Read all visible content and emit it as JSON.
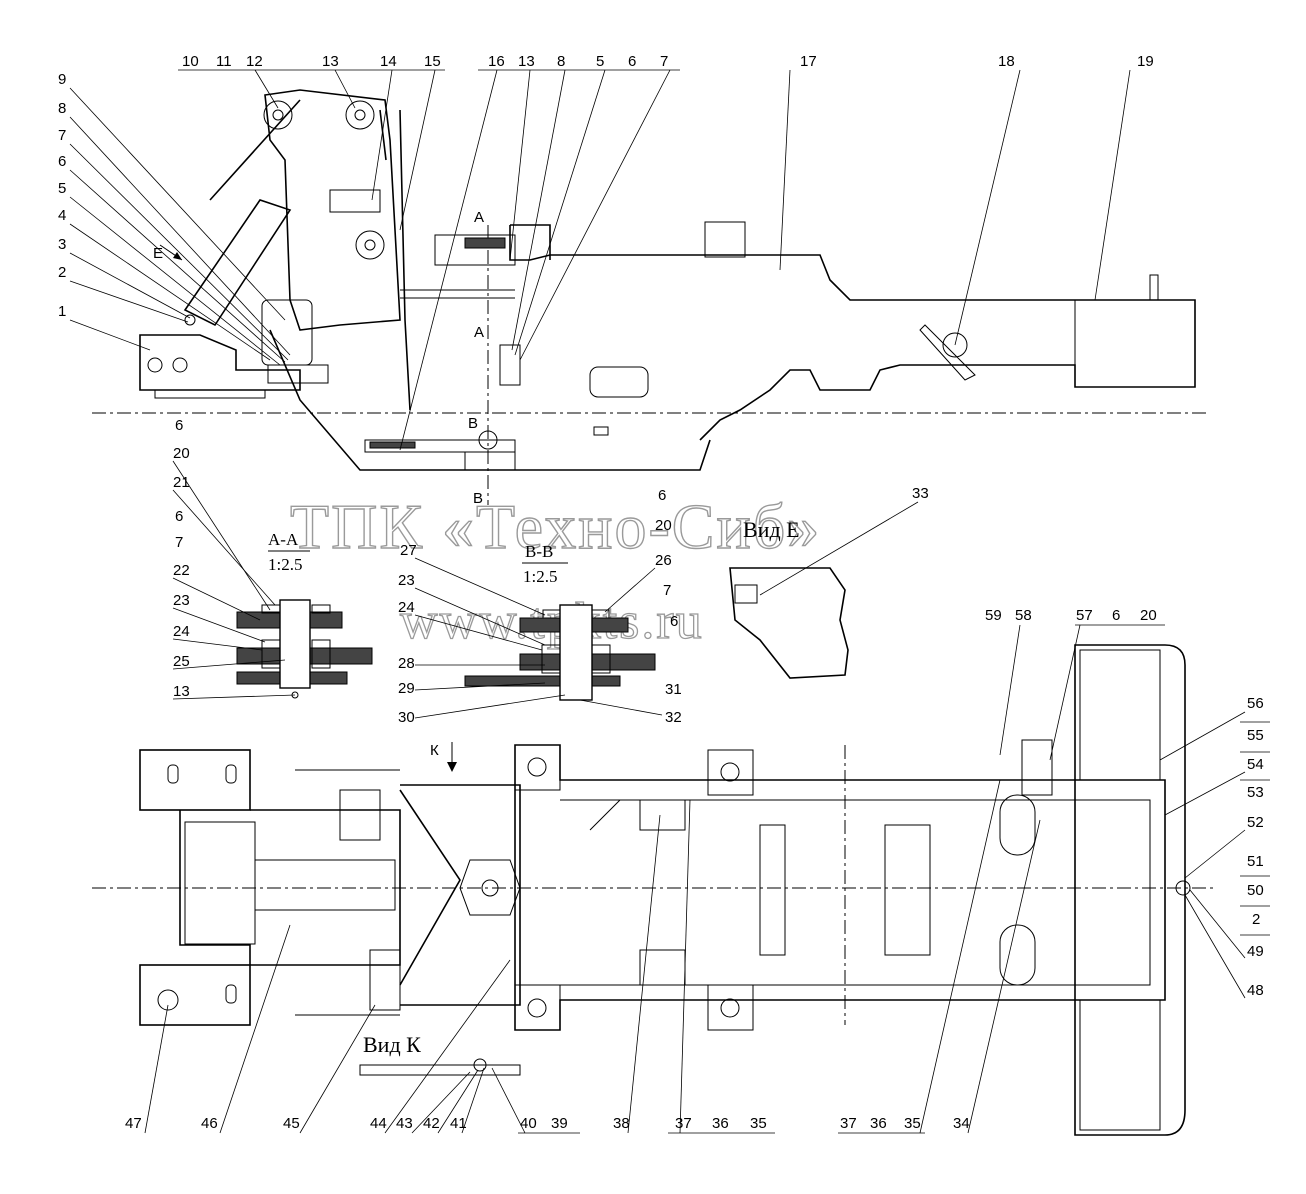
{
  "drawing": {
    "watermark_company": "ТПК «Техно-Сиб»",
    "watermark_url": "www.tpkts.ru",
    "section_a": {
      "title": "А-А",
      "scale": "1:2.5"
    },
    "section_b": {
      "title": "В-В",
      "scale": "1:2.5"
    },
    "view_e_label": "Вид Е",
    "view_k_label": "Вид К",
    "arrow_e": "Е",
    "arrow_k": "К",
    "cut_a": "А",
    "cut_b": "В"
  },
  "callouts": {
    "top": [
      "10",
      "11",
      "12",
      "13",
      "14",
      "15",
      "16",
      "13",
      "8",
      "5",
      "6",
      "7",
      "17",
      "18",
      "19"
    ],
    "left_side": [
      "9",
      "8",
      "7",
      "6",
      "5",
      "4",
      "3",
      "2",
      "1"
    ],
    "section_a": [
      "6",
      "20",
      "21",
      "6",
      "7",
      "22",
      "23",
      "24",
      "25",
      "13"
    ],
    "section_b": [
      "6",
      "20",
      "27",
      "26",
      "23",
      "7",
      "24",
      "6",
      "28",
      "29",
      "31",
      "30",
      "32"
    ],
    "view_e": [
      "33"
    ],
    "plan_right": [
      "59",
      "58",
      "57",
      "6",
      "20",
      "56",
      "55",
      "54",
      "53",
      "52",
      "51",
      "50",
      "2",
      "49",
      "48"
    ],
    "bottom": [
      "47",
      "46",
      "45",
      "44",
      "43",
      "42",
      "41",
      "40",
      "39",
      "38",
      "37",
      "36",
      "35",
      "37",
      "36",
      "35",
      "34"
    ]
  }
}
